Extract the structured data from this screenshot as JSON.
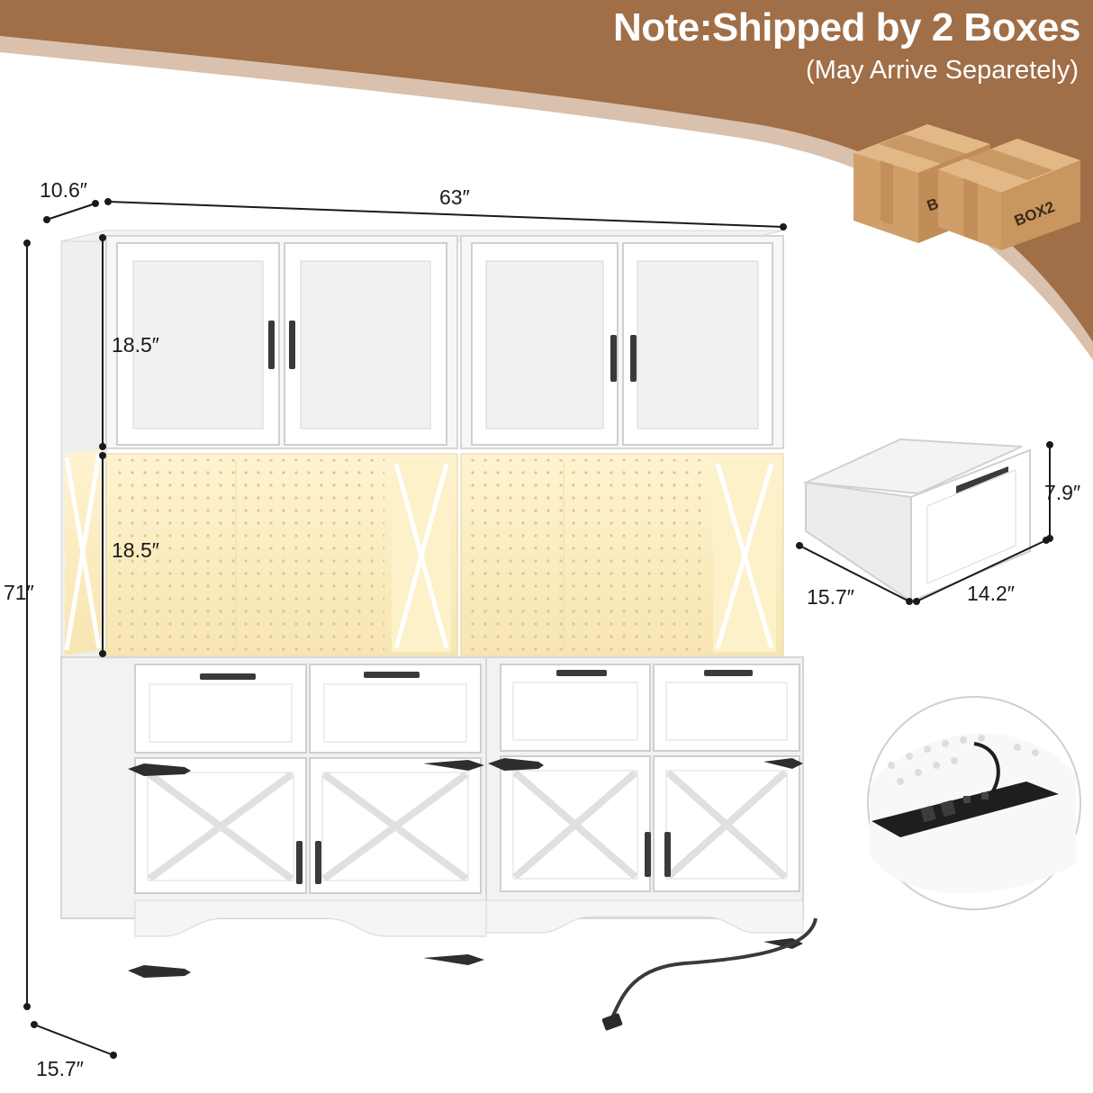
{
  "banner": {
    "title": "Note:Shipped by 2 Boxes",
    "subtitle": "(May Arrive Separetely)",
    "color": "#9c6b45"
  },
  "boxes": [
    {
      "label": "B"
    },
    {
      "label": "BOX2"
    }
  ],
  "dimensions": {
    "cabinet_depth_top": "10.6″",
    "cabinet_width": "63″",
    "cabinet_height": "71″",
    "upper_cabinet_height": "18.5″",
    "pegboard_height": "18.5″",
    "cabinet_depth_bottom": "15.7″",
    "drawer_height": "7.9″",
    "drawer_depth": "15.7″",
    "drawer_width": "14.2″"
  },
  "colors": {
    "cabinet": "#f7f7f5",
    "outline": "#d9d9d9",
    "handle": "#3a3a3a",
    "led_glow": "#fbefc4"
  }
}
